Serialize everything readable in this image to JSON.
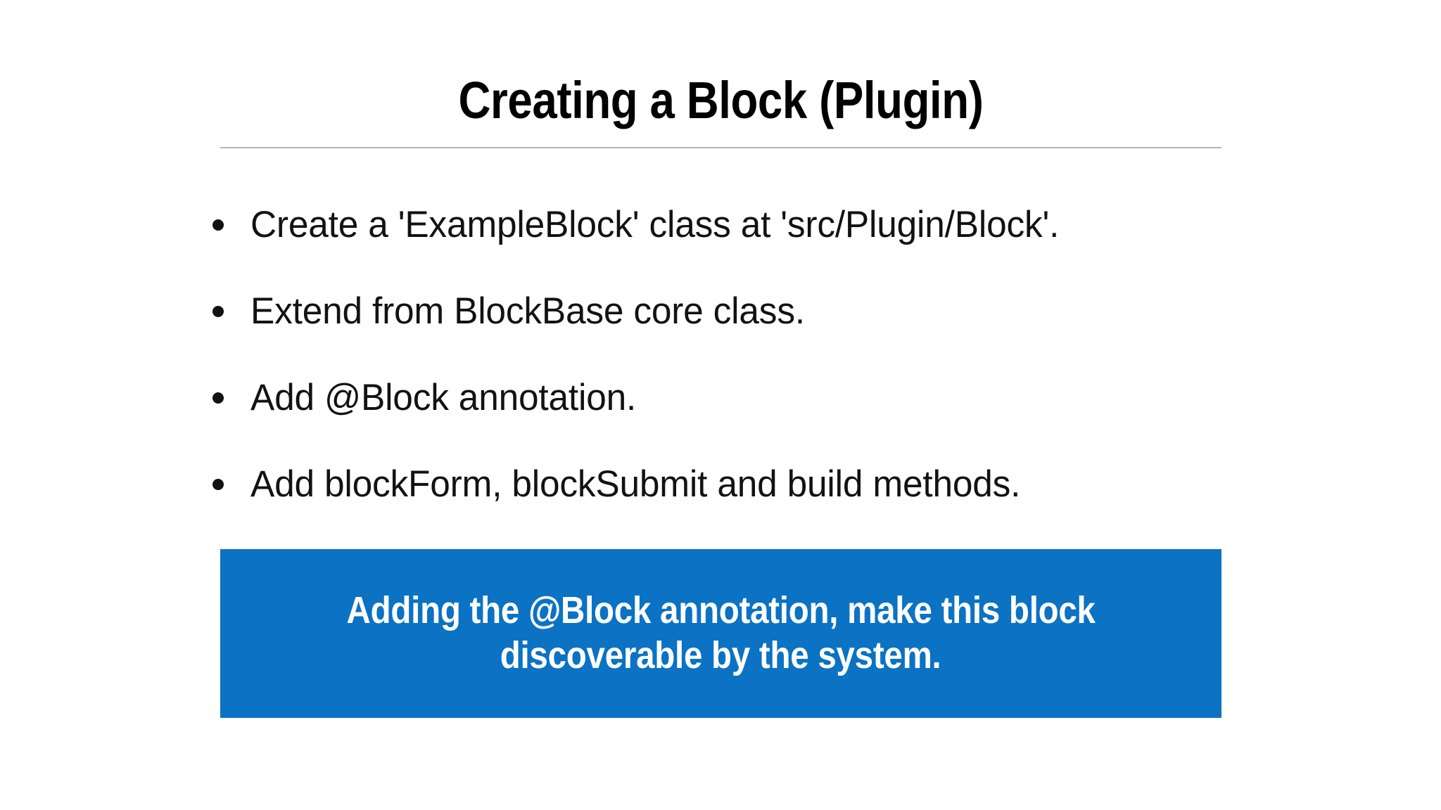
{
  "slide": {
    "title": "Creating a Block (Plugin)",
    "background_color": "#ffffff",
    "divider_color": "#b4b4b4",
    "bullets": [
      {
        "marker": "bullet-dot",
        "text": "Create a 'ExampleBlock' class at 'src/Plugin/Block'."
      },
      {
        "marker": "bullet-dot",
        "text": "Extend from BlockBase core class."
      },
      {
        "marker": "bullet-dot",
        "text": "Add @Block annotation."
      },
      {
        "marker": "bullet-dot",
        "text": "Add blockForm, blockSubmit and build methods."
      }
    ],
    "callout": {
      "background_color": "#0b72c4",
      "text_color": "#ffffff",
      "line1": "Adding the @Block annotation, make this block",
      "line2": "discoverable by the system."
    }
  }
}
